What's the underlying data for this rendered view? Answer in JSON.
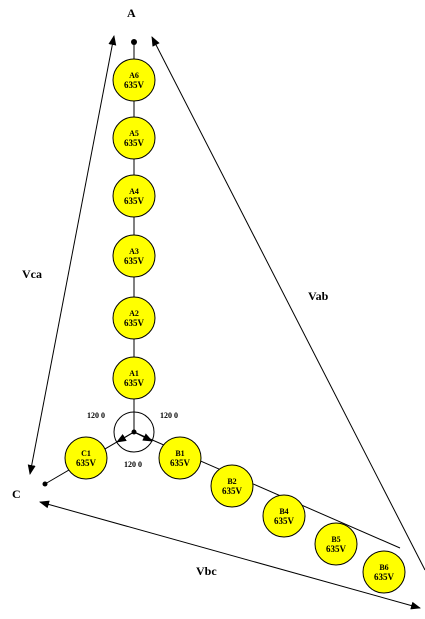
{
  "nodes": {
    "a": "A",
    "c": "C"
  },
  "voltages": {
    "vca": "Vca",
    "vab": "Vab",
    "vbc": "Vbc"
  },
  "angles": {
    "left": "120 0",
    "right": "120 0",
    "bottom": "120 0"
  },
  "cells": {
    "A6": {
      "name": "A6",
      "voltage": "635V"
    },
    "A5": {
      "name": "A5",
      "voltage": "635V"
    },
    "A4": {
      "name": "A4",
      "voltage": "635V"
    },
    "A3": {
      "name": "A3",
      "voltage": "635V"
    },
    "A2": {
      "name": "A2",
      "voltage": "635V"
    },
    "A1": {
      "name": "A1",
      "voltage": "635V"
    },
    "C1": {
      "name": "C1",
      "voltage": "635V"
    },
    "B1": {
      "name": "B1",
      "voltage": "635V"
    },
    "B2": {
      "name": "B2",
      "voltage": "635V"
    },
    "B4": {
      "name": "B4",
      "voltage": "635V"
    },
    "B5": {
      "name": "B5",
      "voltage": "635V"
    },
    "B6": {
      "name": "B6",
      "voltage": "635V"
    }
  },
  "colors": {
    "cell_fill": "#ffff00",
    "line": "#000000"
  }
}
